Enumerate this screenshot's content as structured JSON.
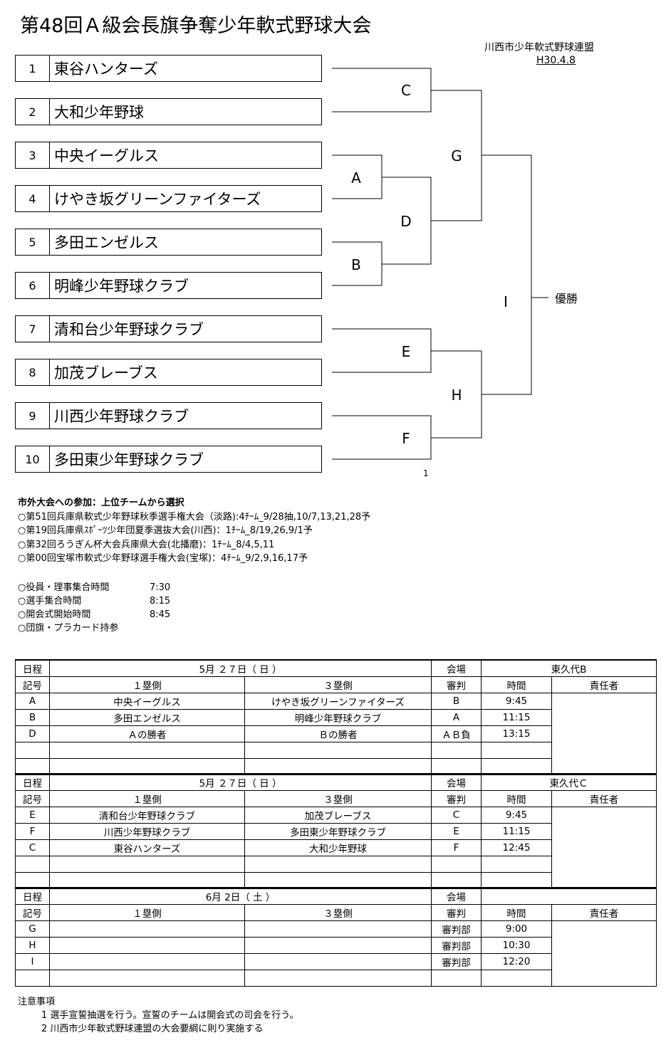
{
  "title": "第48回Ａ級会長旗争奪少年軟式野球大会",
  "organizer": "川西市少年軟式野球連盟",
  "date": "H30.4.8",
  "teams": [
    {
      "num": "1",
      "name": "東谷ハンターズ"
    },
    {
      "num": "2",
      "name": "大和少年野球"
    },
    {
      "num": "3",
      "name": "中央イーグルス"
    },
    {
      "num": "4",
      "name": "けやき坂グリーンファイターズ"
    },
    {
      "num": "5",
      "name": "多田エンゼルス"
    },
    {
      "num": "6",
      "name": "明峰少年野球クラブ"
    },
    {
      "num": "7",
      "name": "清和台少年野球クラブ"
    },
    {
      "num": "8",
      "name": "加茂ブレーブス"
    },
    {
      "num": "9",
      "name": "川西少年野球クラブ"
    },
    {
      "num": "10",
      "name": "多田東少年野球クラブ"
    }
  ],
  "matches": {
    "A": "A",
    "B": "B",
    "C": "C",
    "D": "D",
    "E": "E",
    "F": "F",
    "G": "G",
    "H": "H",
    "I": "I"
  },
  "champion_label": "優勝",
  "small_note": "1",
  "outside": {
    "heading": "市外大会への参加：上位チームから選択",
    "items": [
      "○第51回兵庫県軟式少年野球秋季選手権大会（淡路):4ﾁｰﾑ_9/28抽,10/7,13,21,28予",
      "○第19回兵庫県ｽﾎﾟｰﾂ少年団夏季選抜大会(川西)：1ﾁｰﾑ_8/19,26,9/1予",
      "○第32回ろうぎん杯大会兵庫県大会(北播磨)：1ﾁｰﾑ_8/4,5,11",
      "○第00回宝塚市軟式少年野球選手権大会(宝塚)：4ﾁｰﾑ_9/2,9,16,17予"
    ]
  },
  "times": [
    {
      "label": "○役員・理事集合時間",
      "time": "7:30"
    },
    {
      "label": "○選手集合時間",
      "time": "8:15"
    },
    {
      "label": "○開会式開始時間",
      "time": "8:45"
    },
    {
      "label": "○団旗・プラカード持参",
      "time": ""
    }
  ],
  "schedule": {
    "labels": {
      "day": "日程",
      "venue": "会場",
      "code": "記号",
      "side1": "１塁側",
      "side3": "３塁側",
      "umpire": "審判",
      "time": "時間",
      "responsible": "責任者"
    },
    "blocks": [
      {
        "date": "5月 ２７日（ 日 ）",
        "venue": "東久代B",
        "rows": [
          {
            "code": "A",
            "side1": "中央イーグルス",
            "side3": "けやき坂グリーンファイターズ",
            "umpire": "B",
            "time": "9:45"
          },
          {
            "code": "B",
            "side1": "多田エンゼルス",
            "side3": "明峰少年野球クラブ",
            "umpire": "A",
            "time": "11:15"
          },
          {
            "code": "D",
            "side1": "Ａの勝者",
            "side3": "Ｂの勝者",
            "umpire": "ＡＢ負",
            "time": "13:15"
          },
          {
            "code": "",
            "side1": "",
            "side3": "",
            "umpire": "",
            "time": ""
          },
          {
            "code": "",
            "side1": "",
            "side3": "",
            "umpire": "",
            "time": ""
          }
        ]
      },
      {
        "date": "5月 ２７日（ 日 ）",
        "venue": "東久代Ｃ",
        "rows": [
          {
            "code": "E",
            "side1": "清和台少年野球クラブ",
            "side3": "加茂ブレーブス",
            "umpire": "C",
            "time": "9:45"
          },
          {
            "code": "F",
            "side1": "川西少年野球クラブ",
            "side3": "多田東少年野球クラブ",
            "umpire": "E",
            "time": "11:15"
          },
          {
            "code": "C",
            "side1": "東谷ハンターズ",
            "side3": "大和少年野球",
            "umpire": "F",
            "time": "12:45"
          },
          {
            "code": "",
            "side1": "",
            "side3": "",
            "umpire": "",
            "time": ""
          },
          {
            "code": "",
            "side1": "",
            "side3": "",
            "umpire": "",
            "time": ""
          }
        ]
      },
      {
        "date": "6月 2日（ 土 ）",
        "venue": "",
        "rows": [
          {
            "code": "G",
            "side1": "",
            "side3": "",
            "umpire": "審判部",
            "time": "9:00"
          },
          {
            "code": "H",
            "side1": "",
            "side3": "",
            "umpire": "審判部",
            "time": "10:30"
          },
          {
            "code": "I",
            "side1": "",
            "side3": "",
            "umpire": "審判部",
            "time": "12:20"
          },
          {
            "code": "",
            "side1": "",
            "side3": "",
            "umpire": "",
            "time": ""
          }
        ]
      }
    ]
  },
  "caution": {
    "heading": "注意事項",
    "items": [
      "1 選手宣誓抽選を行う。宣誓のチームは開会式の司会を行う。",
      "2 川西市少年軟式野球連盟の大会要綱に則り実施する"
    ]
  }
}
